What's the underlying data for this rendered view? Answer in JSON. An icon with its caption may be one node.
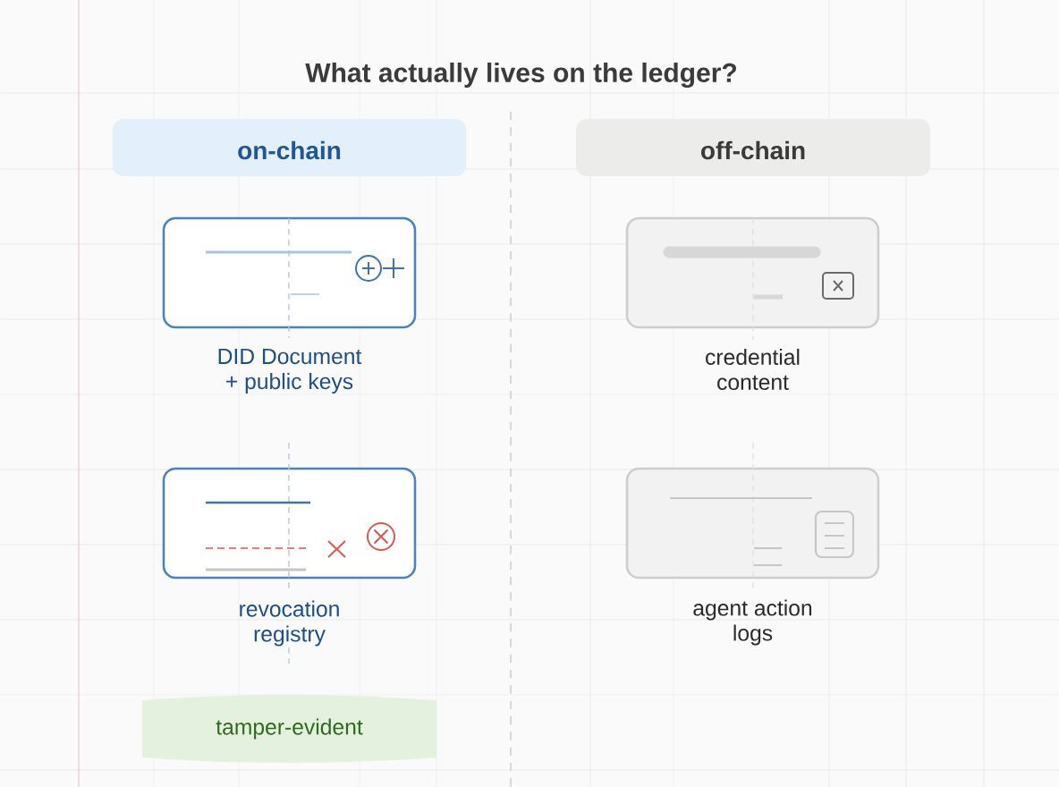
{
  "diagram": {
    "title": "What actually lives on the ledger?",
    "nodes": [
      {
        "text": [
          "on-chain"
        ]
      },
      {
        "text": [
          "off-chain"
        ]
      },
      {
        "text": [
          "DID Document + public keys"
        ]
      },
      {
        "text": [
          "credential content"
        ]
      },
      {
        "text": [
          "revocation registry"
        ]
      },
      {
        "text": [
          "agent action logs"
        ]
      },
      {
        "text": [
          "tamper-evident"
        ]
      }
    ]
  }
}
